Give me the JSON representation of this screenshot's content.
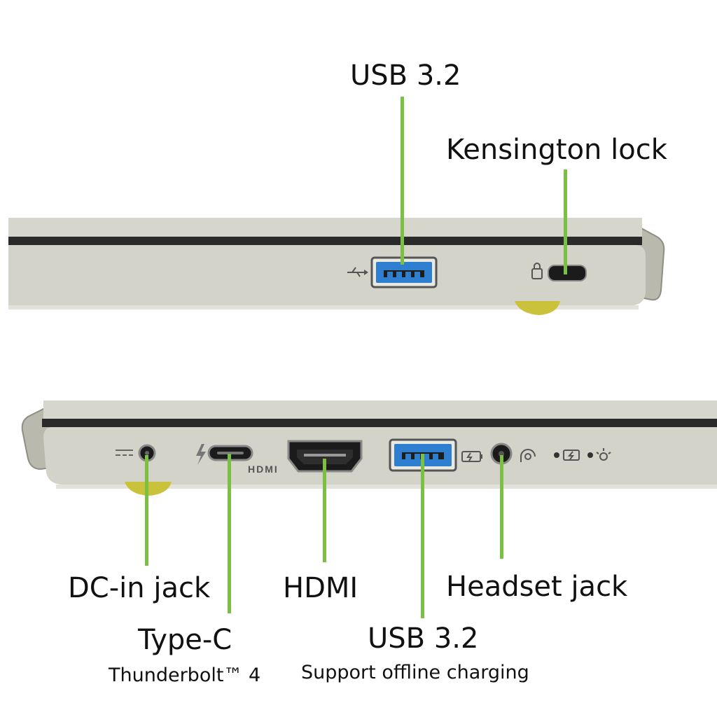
{
  "colors": {
    "accent": "#7ac143",
    "chassis": "#d3d3c9",
    "port_blue": "#2f7fd0",
    "foot": "#c9c23a"
  },
  "right_side": {
    "usb": {
      "title": "USB 3.2",
      "icon": "usb-icon"
    },
    "kensington": {
      "title": "Kensington lock",
      "icon": "lock-icon"
    }
  },
  "left_side": {
    "dc_in": {
      "title": "DC-in jack",
      "icon": "dc-power-icon"
    },
    "type_c": {
      "title": "Type-C",
      "subtitle": "Thunderbolt™ 4",
      "icon": "thunderbolt-icon"
    },
    "hdmi": {
      "title": "HDMI",
      "logo": "HDMI"
    },
    "usb": {
      "title": "USB 3.2",
      "subtitle": "Support offline charging",
      "icon": "usb-charging-icon"
    },
    "headset": {
      "title": "Headset jack",
      "icon": "headset-icon"
    },
    "leds": {
      "icons": [
        "battery-led-icon",
        "power-led-icon"
      ]
    }
  }
}
